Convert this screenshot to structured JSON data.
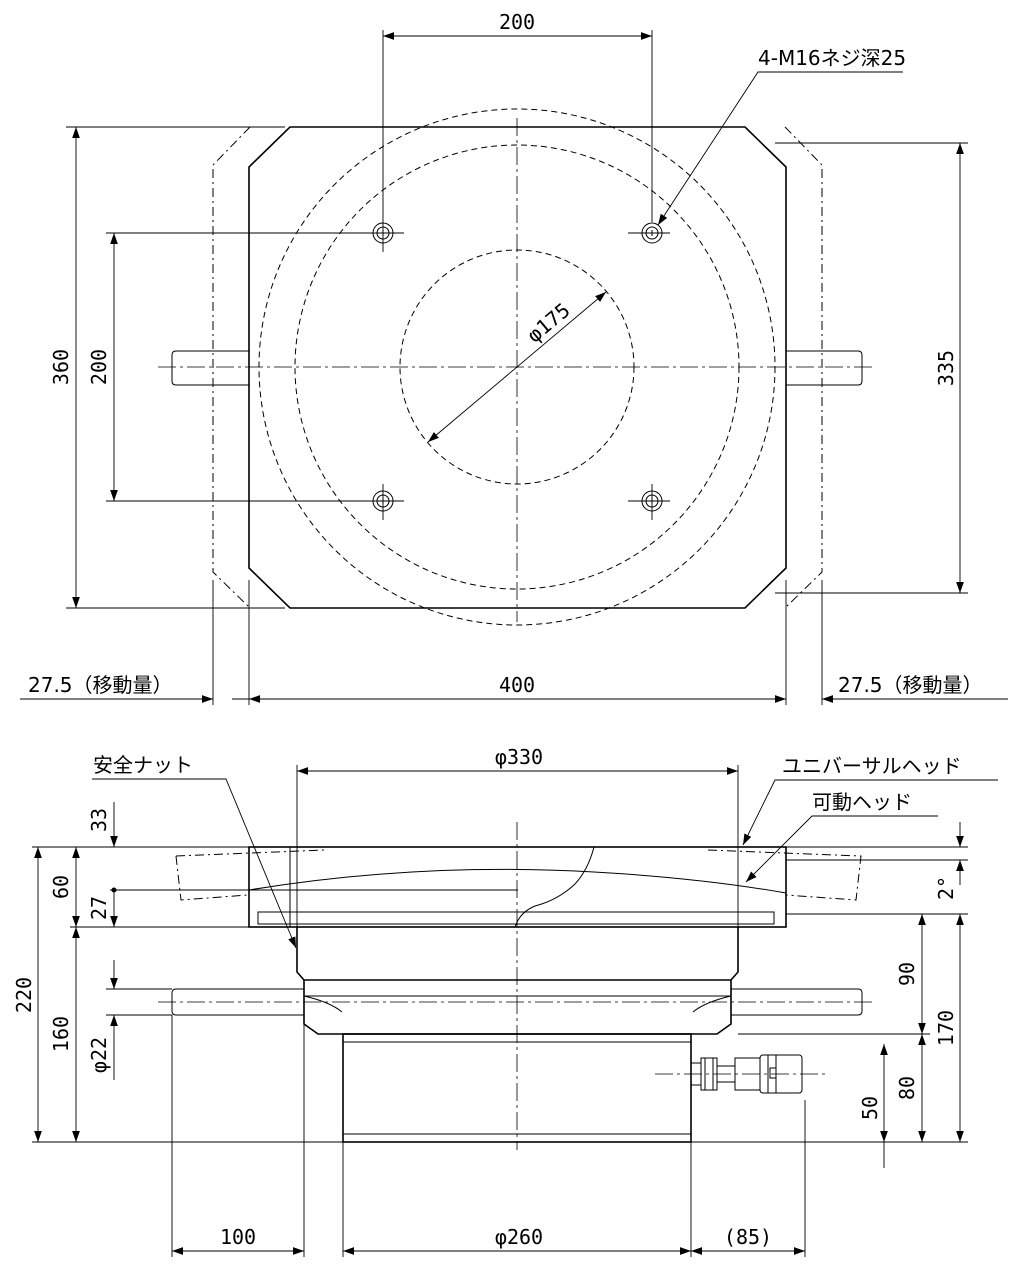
{
  "labels": {
    "dim_200_top": "200",
    "thread_note": "4-M16ネジ深25",
    "dim_360": "360",
    "dim_200_left": "200",
    "dim_335": "335",
    "phi_175": "φ175",
    "dim_27_5_left": "27.5（移動量）",
    "dim_400": "400",
    "dim_27_5_right": "27.5（移動量）",
    "safety_nut": "安全ナット",
    "phi_330": "φ330",
    "universal_head": "ユニバーサルヘッド",
    "movable_head": "可動ヘッド",
    "dim_33": "33",
    "dim_60": "60",
    "dim_27": "27",
    "angle_2": "2°",
    "dim_220": "220",
    "dim_160": "160",
    "phi_22": "φ22",
    "dim_90": "90",
    "dim_170": "170",
    "dim_80": "80",
    "dim_50": "50",
    "dim_100": "100",
    "phi_260": "φ260",
    "dim_85": "(85)"
  }
}
